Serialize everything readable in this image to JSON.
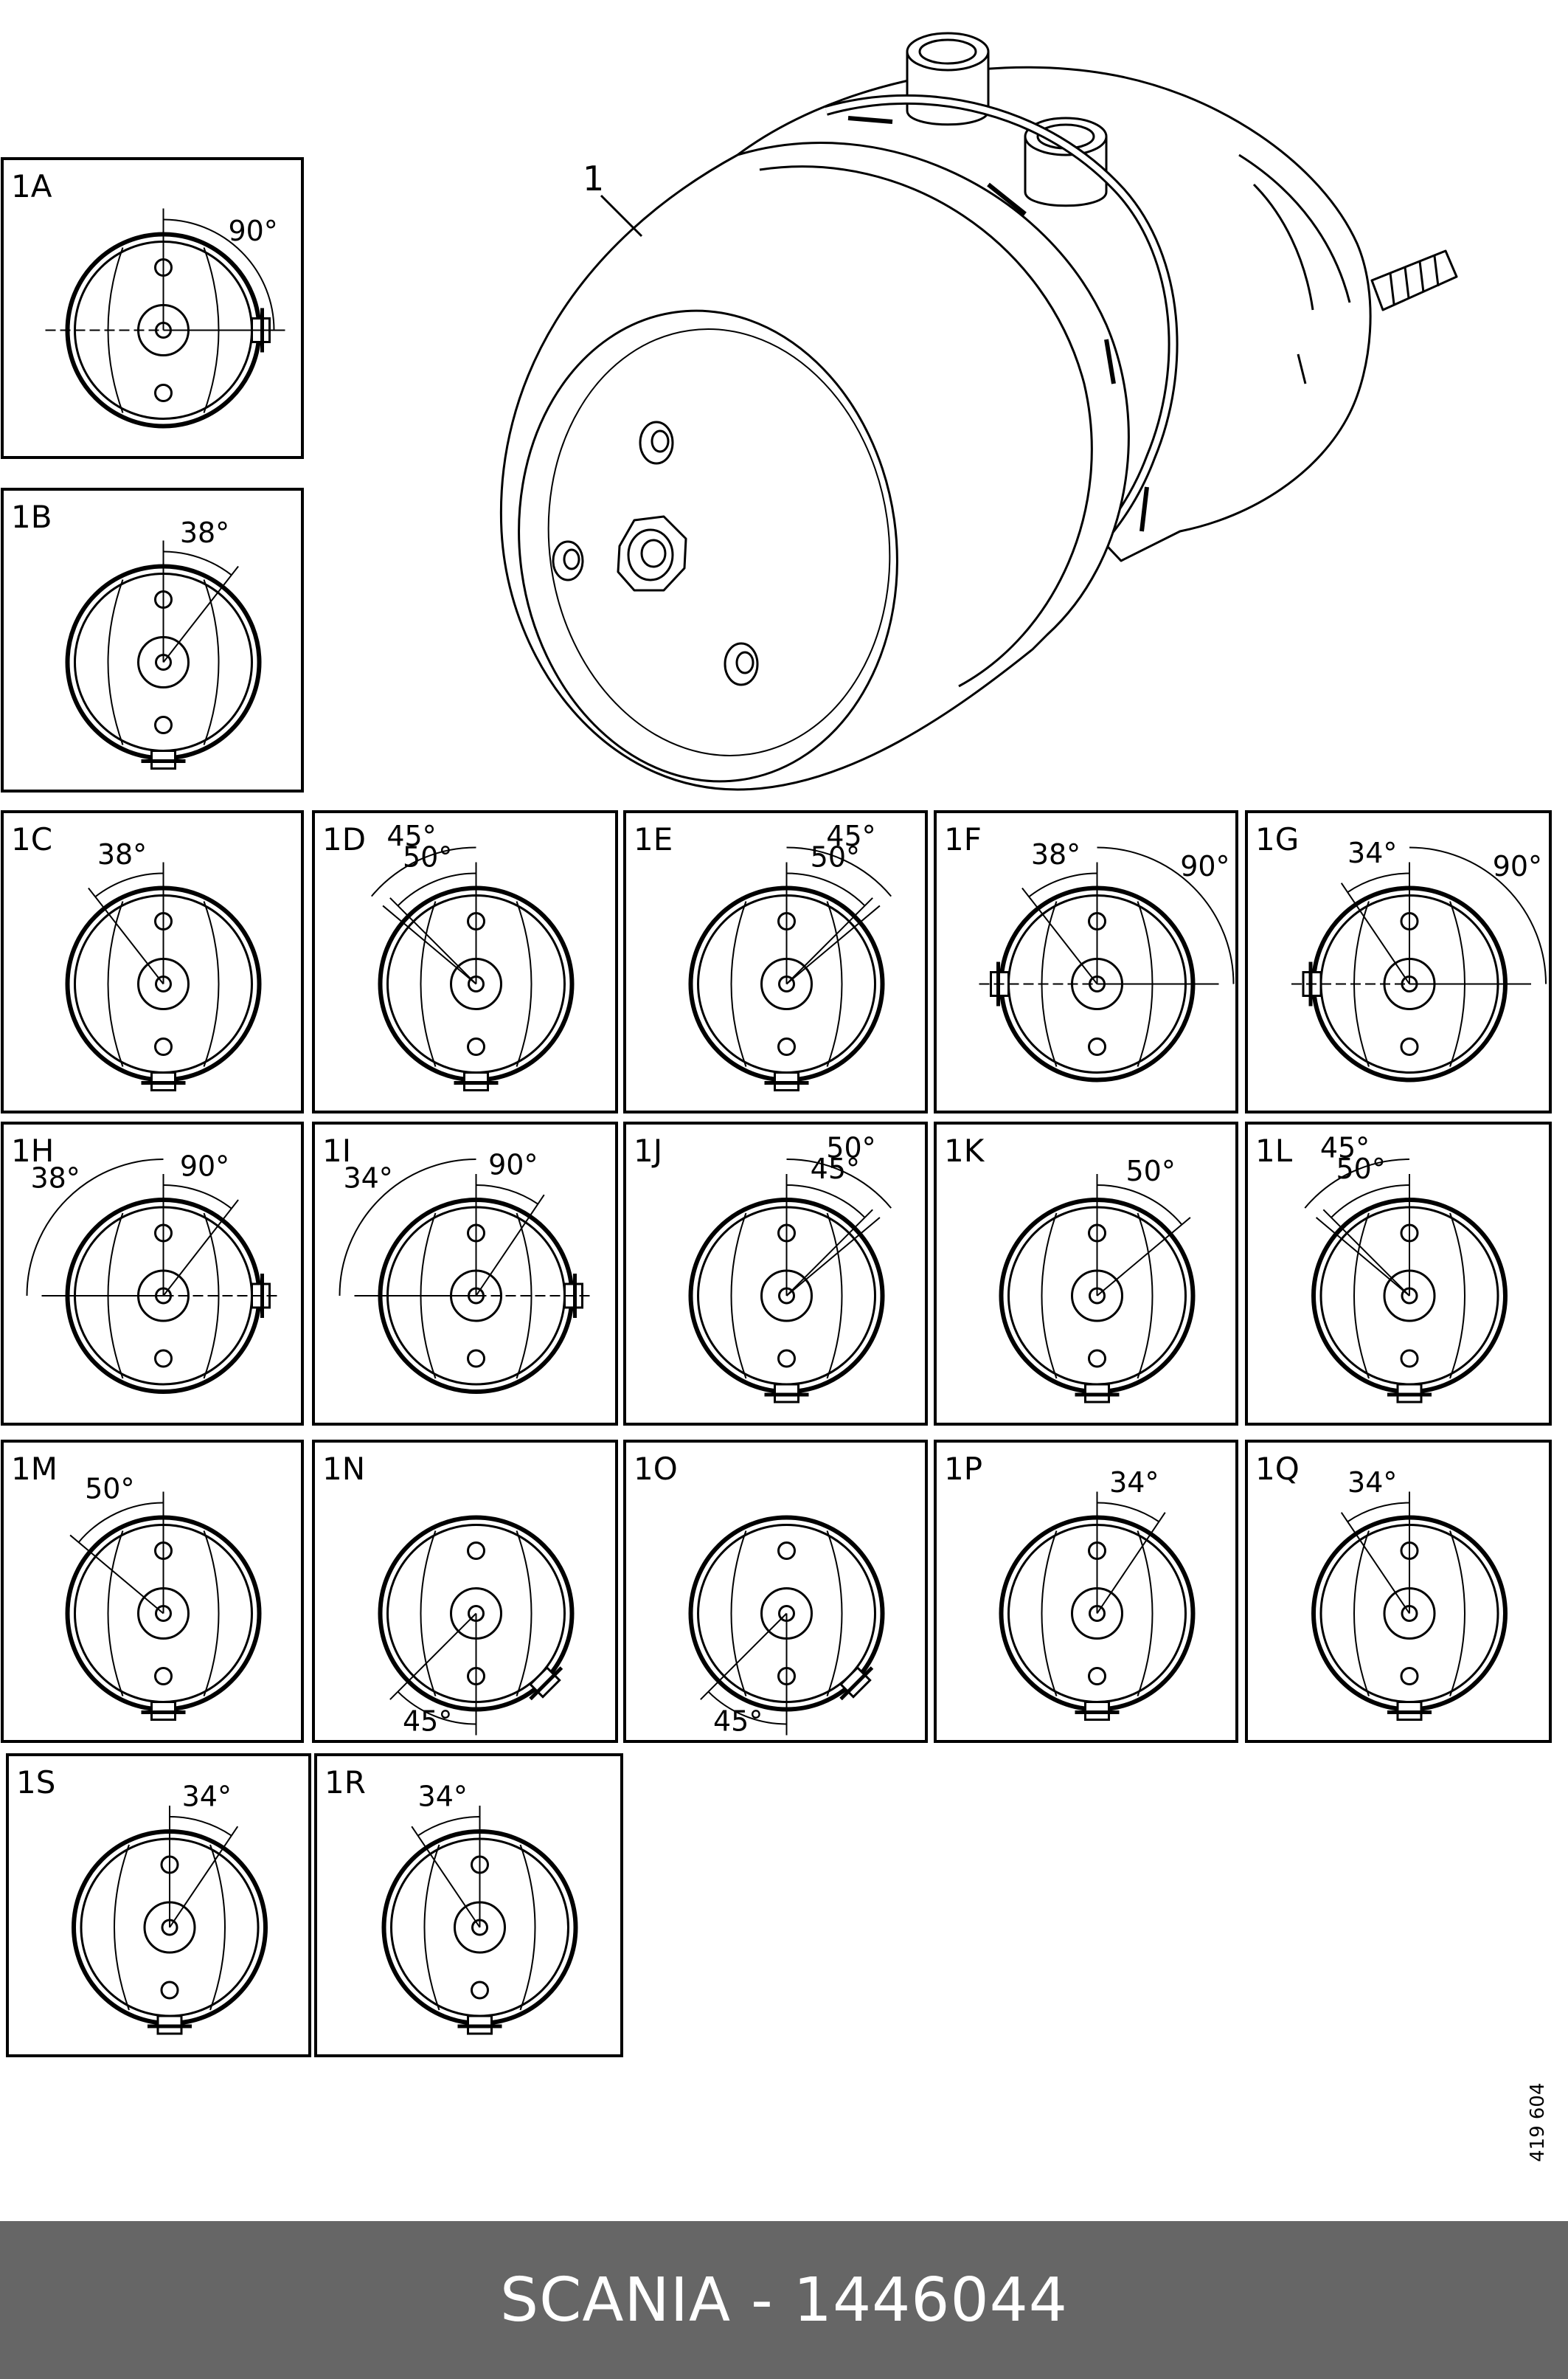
{
  "main_label": "1",
  "doc_number": "419 604",
  "footer": {
    "text": "SCANIA - 1446044"
  },
  "colors": {
    "line": "#000000",
    "background": "#ffffff",
    "footer_bg": "#666666",
    "footer_text": "#ffffff"
  },
  "panels": [
    {
      "id": "1A",
      "angles": [
        "90°"
      ],
      "clamp_angle": 90,
      "guides": [
        0,
        90
      ],
      "cross": true
    },
    {
      "id": "1B",
      "angles": [
        "38°"
      ],
      "clamp_angle": 180,
      "guides": [
        0,
        38
      ],
      "cross": false
    },
    {
      "id": "1C",
      "angles": [
        "38°"
      ],
      "clamp_angle": 180,
      "guides": [
        0,
        -38
      ],
      "cross": false
    },
    {
      "id": "1D",
      "angles": [
        "50°",
        "45°"
      ],
      "clamp_angle": 180,
      "guides": [
        0,
        -45,
        -50
      ],
      "cross": false
    },
    {
      "id": "1E",
      "angles": [
        "50°",
        "45°"
      ],
      "clamp_angle": 180,
      "guides": [
        0,
        45,
        50
      ],
      "cross": false
    },
    {
      "id": "1F",
      "angles": [
        "38°",
        "90°"
      ],
      "clamp_angle": 270,
      "guides": [
        0,
        -38,
        90
      ],
      "cross": true
    },
    {
      "id": "1G",
      "angles": [
        "34°",
        "90°"
      ],
      "clamp_angle": 270,
      "guides": [
        0,
        -34,
        90
      ],
      "cross": true
    },
    {
      "id": "1H",
      "angles": [
        "90°",
        "38°"
      ],
      "clamp_angle": 90,
      "guides": [
        0,
        38,
        -90
      ],
      "cross": true
    },
    {
      "id": "1I",
      "angles": [
        "90°",
        "34°"
      ],
      "clamp_angle": 90,
      "guides": [
        0,
        34,
        -90
      ],
      "cross": true
    },
    {
      "id": "1J",
      "angles": [
        "45°",
        "50°"
      ],
      "clamp_angle": 180,
      "guides": [
        0,
        45,
        50
      ],
      "cross": false
    },
    {
      "id": "1K",
      "angles": [
        "50°"
      ],
      "clamp_angle": 180,
      "guides": [
        0,
        50
      ],
      "cross": false
    },
    {
      "id": "1L",
      "angles": [
        "50°",
        "45°"
      ],
      "clamp_angle": 180,
      "guides": [
        0,
        -45,
        -50
      ],
      "cross": false
    },
    {
      "id": "1M",
      "angles": [
        "50°"
      ],
      "clamp_angle": 180,
      "guides": [
        0,
        -50
      ],
      "cross": false
    },
    {
      "id": "1N",
      "angles": [
        "45°"
      ],
      "clamp_angle": 135,
      "guides": [
        180,
        225
      ],
      "cross": false
    },
    {
      "id": "1O",
      "angles": [
        "45°"
      ],
      "clamp_angle": 135,
      "guides": [
        180,
        225
      ],
      "cross": false
    },
    {
      "id": "1P",
      "angles": [
        "34°"
      ],
      "clamp_angle": 180,
      "guides": [
        0,
        34
      ],
      "cross": false
    },
    {
      "id": "1Q",
      "angles": [
        "34°"
      ],
      "clamp_angle": 180,
      "guides": [
        0,
        -34
      ],
      "cross": false
    },
    {
      "id": "1S",
      "angles": [
        "34°"
      ],
      "clamp_angle": 180,
      "guides": [
        0,
        34
      ],
      "cross": false
    },
    {
      "id": "1R",
      "angles": [
        "34°"
      ],
      "clamp_angle": 180,
      "guides": [
        0,
        -34
      ],
      "cross": false
    }
  ]
}
